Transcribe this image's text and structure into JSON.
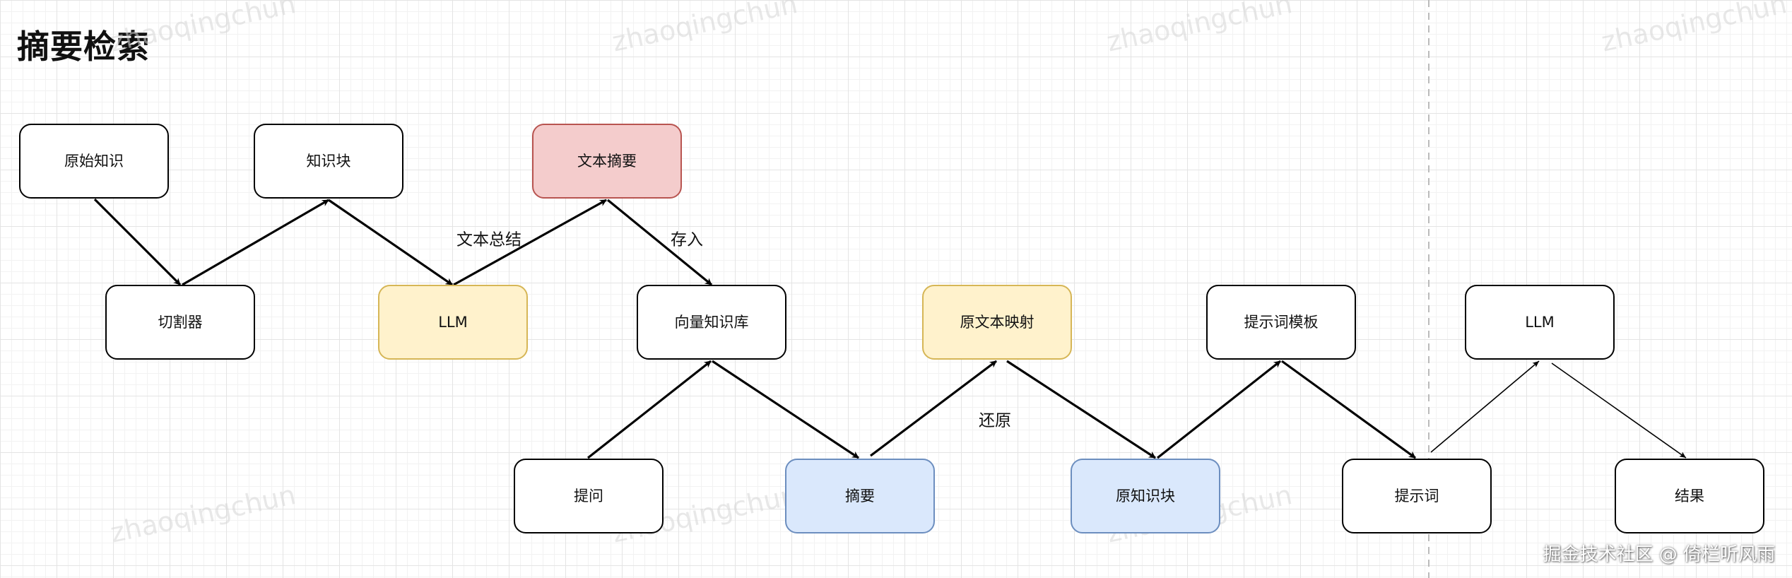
{
  "title": "摘要检索",
  "watermark_text": "zhaoqingchun",
  "credit": "掘金技术社区 @ 倚栏听风雨",
  "colors": {
    "white": {
      "fill": "#ffffff",
      "stroke": "#000000"
    },
    "red": {
      "fill": "#f4cccc",
      "stroke": "#b85450"
    },
    "yellow": {
      "fill": "#fff2cc",
      "stroke": "#d6b656"
    },
    "blue": {
      "fill": "#dae8fc",
      "stroke": "#6c8ebf"
    }
  },
  "nodes": [
    {
      "id": "n1",
      "label": "原始知识",
      "color": "white"
    },
    {
      "id": "n2",
      "label": "知识块",
      "color": "white"
    },
    {
      "id": "n3",
      "label": "文本摘要",
      "color": "red"
    },
    {
      "id": "n4",
      "label": "切割器",
      "color": "white"
    },
    {
      "id": "n5",
      "label": "LLM",
      "color": "yellow"
    },
    {
      "id": "n6",
      "label": "向量知识库",
      "color": "white"
    },
    {
      "id": "n7",
      "label": "原文本映射",
      "color": "yellow"
    },
    {
      "id": "n8",
      "label": "提示词模板",
      "color": "white"
    },
    {
      "id": "n9",
      "label": "LLM",
      "color": "white"
    },
    {
      "id": "n10",
      "label": "提问",
      "color": "white"
    },
    {
      "id": "n11",
      "label": "摘要",
      "color": "blue"
    },
    {
      "id": "n12",
      "label": "原知识块",
      "color": "blue"
    },
    {
      "id": "n13",
      "label": "提示词",
      "color": "white"
    },
    {
      "id": "n14",
      "label": "结果",
      "color": "white"
    }
  ],
  "edges": [
    {
      "from": "n1",
      "to": "n4"
    },
    {
      "from": "n4",
      "to": "n2"
    },
    {
      "from": "n2",
      "to": "n5"
    },
    {
      "from": "n5",
      "to": "n3",
      "label": "文本总结"
    },
    {
      "from": "n3",
      "to": "n6",
      "label": "存入"
    },
    {
      "from": "n10",
      "to": "n6"
    },
    {
      "from": "n6",
      "to": "n11"
    },
    {
      "from": "n11",
      "to": "n7",
      "label": "还原"
    },
    {
      "from": "n7",
      "to": "n12"
    },
    {
      "from": "n12",
      "to": "n8"
    },
    {
      "from": "n8",
      "to": "n13"
    },
    {
      "from": "n13",
      "to": "n9",
      "style": "thin"
    },
    {
      "from": "n9",
      "to": "n14",
      "style": "thin"
    }
  ]
}
